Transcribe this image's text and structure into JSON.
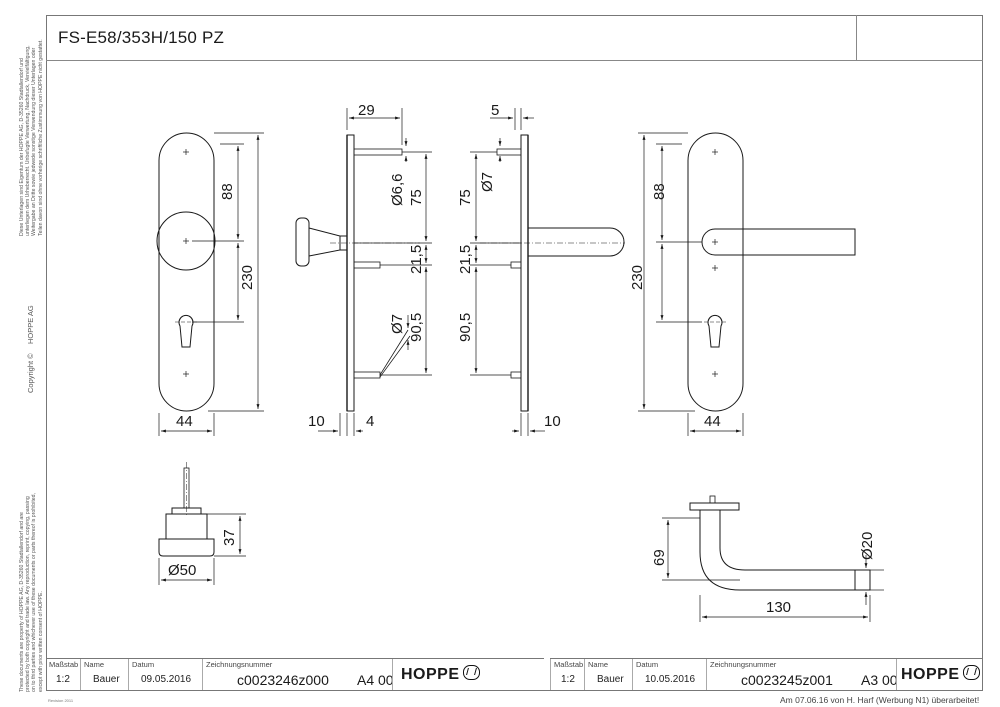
{
  "title": "FS-E58/353H/150 PZ",
  "side": {
    "legal_de": "Diese Unterlagen sind Eigentum der HOPPE AG, D-35260 Stadtallendorf und unterliegen dem Urheberrecht. Unbefugte Verwertung, Nachdruck, Vervielfältigung, Weitergabe an Dritte sowie jedwede sonstige Verwendung dieser Unterlagen oder Teilen davon sind ohne vorherige schriftliche Zustimmung von HOPPE nicht gestattet.",
    "copyright_label": "Copyright ©",
    "copyright_holder": "HOPPE AG",
    "legal_en": "These documents are property of HOPPE AG, D-35260 Stadtallendorf and are protected by both copyright and trade law. Any reproduction, reprint, copying, passing on to third parties and whichever use of these documents or parts thereof is prohibited, except with prior written consent of HOPPE."
  },
  "dimensions": {
    "front_left": {
      "d88": "88",
      "d230": "230",
      "d44": "44"
    },
    "side_knob": {
      "d29": "29",
      "d66": "Ø6,6",
      "d75": "75",
      "d215": "21,5",
      "d905": "90,5",
      "d7": "Ø7",
      "d10": "10",
      "d4": "4"
    },
    "side_lever": {
      "d5": "5",
      "d7": "Ø7",
      "d75": "75",
      "d215": "21,5",
      "d905": "90,5",
      "d10": "10"
    },
    "front_right": {
      "d88": "88",
      "d230": "230",
      "d44": "44"
    },
    "knob_detail": {
      "d37": "37",
      "d50": "Ø50"
    },
    "lever_detail": {
      "d69": "69",
      "d20": "Ø20",
      "d130": "130"
    }
  },
  "title_blocks": [
    {
      "head_scale": "Maßstab",
      "head_name": "Name",
      "head_date": "Datum",
      "head_number": "Zeichnungsnummer",
      "scale": "1:2",
      "name": "Bauer",
      "date": "09.05.2016",
      "number": "c0023246z000",
      "format": "A4 00",
      "logo": "HOPPE"
    },
    {
      "head_scale": "Maßstab",
      "head_name": "Name",
      "head_date": "Datum",
      "head_number": "Zeichnungsnummer",
      "scale": "1:2",
      "name": "Bauer",
      "date": "10.05.2016",
      "number": "c0023245z001",
      "format": "A3 00",
      "logo": "HOPPE"
    }
  ],
  "footnote": "Am 07.06.16 von H. Harf (Werbung N1) überarbeitet!",
  "revision": "Revision 2011",
  "colors": {
    "line": "#1a1a1a",
    "frame": "#777777"
  }
}
